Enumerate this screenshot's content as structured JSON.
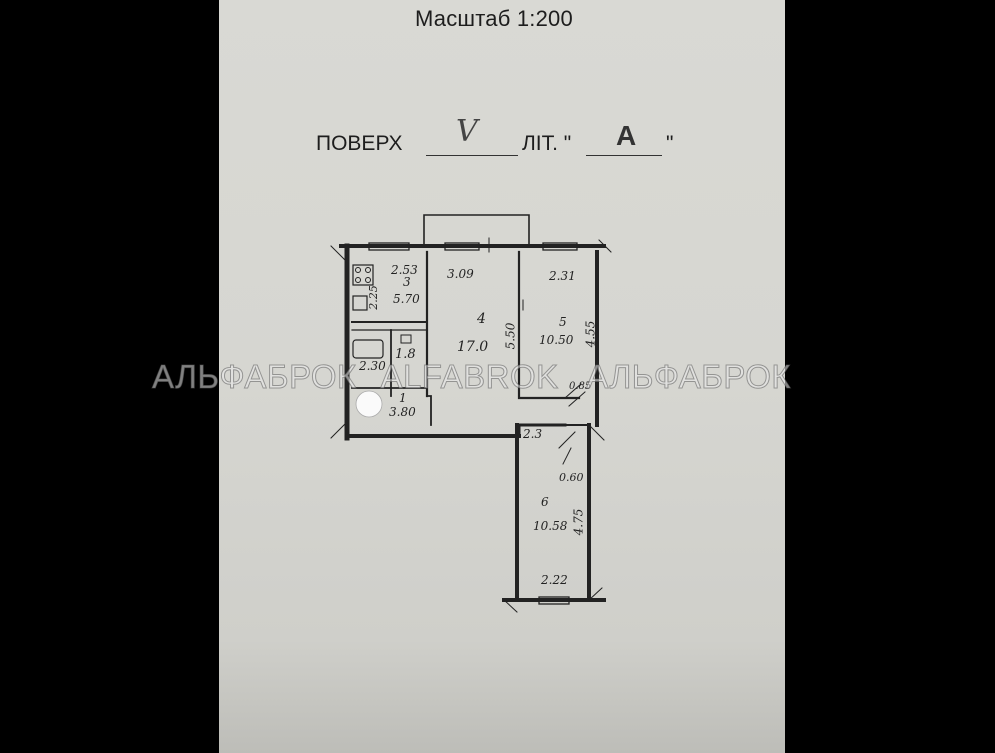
{
  "header": {
    "scale": "Масштаб 1:200",
    "floor_label": "ПОВЕРХ",
    "floor_value": "V",
    "lit_label": "ЛІТ. \"",
    "lit_value": "А",
    "lit_close": "\""
  },
  "plan": {
    "room_3": {
      "number": "3",
      "area": "5.70",
      "dim_top": "2.53",
      "dim_side": "2.25"
    },
    "room_4": {
      "number": "4",
      "area": "17.0",
      "dim_top": "3.09",
      "dim_side": "5.50"
    },
    "room_5": {
      "number": "5",
      "area": "10.50",
      "dim_top": "2.31",
      "dim_side": "4.55"
    },
    "room_2": {
      "area": "2.30"
    },
    "room_wc": {
      "area": "1.8"
    },
    "room_1": {
      "number": "1",
      "area": "3.80"
    },
    "corridor": {
      "dim": "2.3",
      "dim2": "0.60",
      "dim3": "0.85"
    },
    "room_6": {
      "number": "6",
      "area": "10.58",
      "dim_side": "4.75",
      "dim_bottom": "2.22"
    }
  },
  "watermark": {
    "text_1": "АЛЬФАБРОК",
    "text_2": "ALFABROK",
    "text_3": "АЛЬФАБРОК"
  }
}
